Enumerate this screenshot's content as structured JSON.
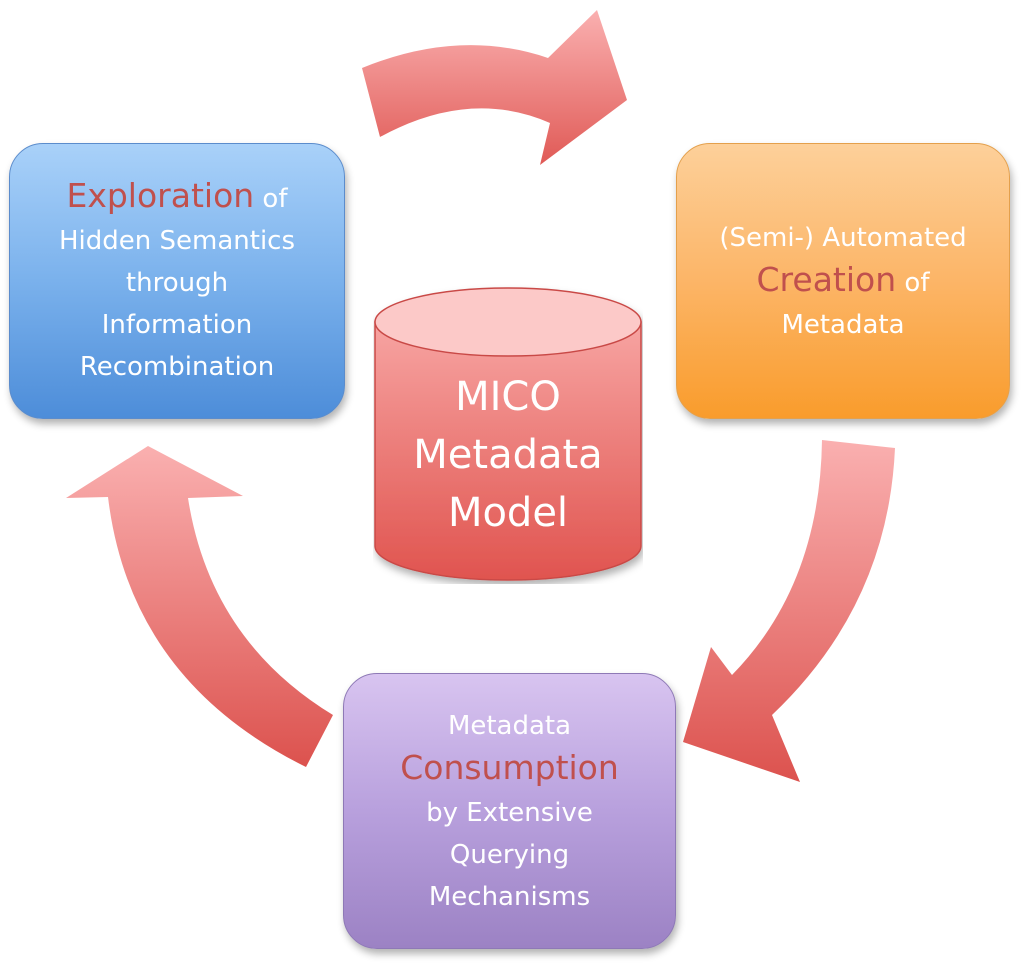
{
  "exploration": {
    "line1_em": "Exploration",
    "line1_rest": " of",
    "line2": "Hidden Semantics",
    "line3": "through",
    "line4": "Information",
    "line5": "Recombination"
  },
  "creation": {
    "line1": "(Semi-) Automated",
    "line2_em": "Creation",
    "line2_rest": " of",
    "line3": "Metadata"
  },
  "consumption": {
    "line1": "Metadata",
    "line2_em": "Consumption",
    "line3": "by Extensive",
    "line4": "Querying",
    "line5": "Mechanisms"
  },
  "model": {
    "line1": "MICO",
    "line2": "Metadata",
    "line3": "Model"
  },
  "colors": {
    "arrow_light": "#f9a6a6",
    "arrow_dark": "#d8504c",
    "emphasis": "#c0504d",
    "cylinder_top": "#fcc4c4",
    "cylinder_body": "#e96560"
  }
}
